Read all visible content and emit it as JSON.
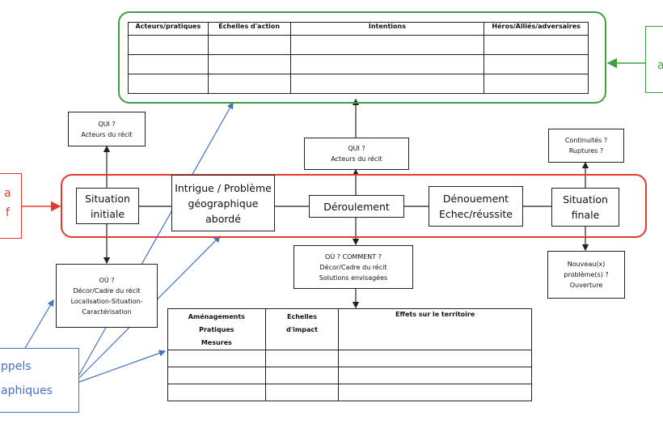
{
  "top_table": {
    "headers": [
      "Acteurs/pratiques",
      "Echelles d'action",
      "Intentions",
      "Héros/Alliés/adversaires"
    ]
  },
  "green_note": {
    "text": "a"
  },
  "red_note": {
    "line1": "a",
    "line2": "f"
  },
  "blue_note": {
    "line1": "ppels",
    "line2": "aphiques"
  },
  "qui_left": {
    "line1": "QUI ?",
    "line2": "Acteurs du récit"
  },
  "qui_center": {
    "line1": "QUI ?",
    "line2": "Acteurs du récit"
  },
  "continuites": {
    "line1": "Continuités ?",
    "line2": "Ruptures ?"
  },
  "situation_initiale": {
    "line1": "Situation",
    "line2": "initiale"
  },
  "intrigue": {
    "line1": "Intrigue / Problème",
    "line2": "géographique",
    "line3": "abordé"
  },
  "deroulement": {
    "label": "Déroulement"
  },
  "denouement": {
    "line1": "Dénouement",
    "line2": "Echec/réussite"
  },
  "situation_finale": {
    "line1": "Situation",
    "line2": "finale"
  },
  "ou_left": {
    "line1": "OÙ ?",
    "line2": "Décor/Cadre du récit",
    "line3": "Localisation-Situation-",
    "line4": "Caractérisation"
  },
  "ou_comment": {
    "line1": "OÙ ? COMMENT ?",
    "line2": "Décor/Cadre du récit",
    "line3": "Solutions envisagées"
  },
  "nouveau": {
    "line1": "Nouveau(x)",
    "line2": "problème(s) ?",
    "line3": "Ouverture"
  },
  "bottom_table": {
    "col1": [
      "Aménagements",
      "Pratiques",
      "Mesures"
    ],
    "col2": [
      "Echelles",
      "d'impact"
    ],
    "col3": "Effets sur le territoire"
  },
  "colors": {
    "green": "#3fa040",
    "red": "#e23a2f",
    "blue": "#4472c4"
  }
}
